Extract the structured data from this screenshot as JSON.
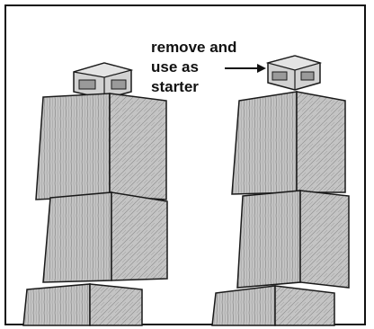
{
  "annotation": {
    "lines": [
      "remove and",
      "use as",
      "starter"
    ]
  },
  "colors": {
    "siding": "#c4c4c4",
    "siding_dark": "#b0b0b0",
    "outline": "#1a1a1a",
    "frame": "#111111",
    "background": "#ffffff"
  },
  "icons": [
    "arrow-right-icon",
    "corner-cap-icon"
  ]
}
